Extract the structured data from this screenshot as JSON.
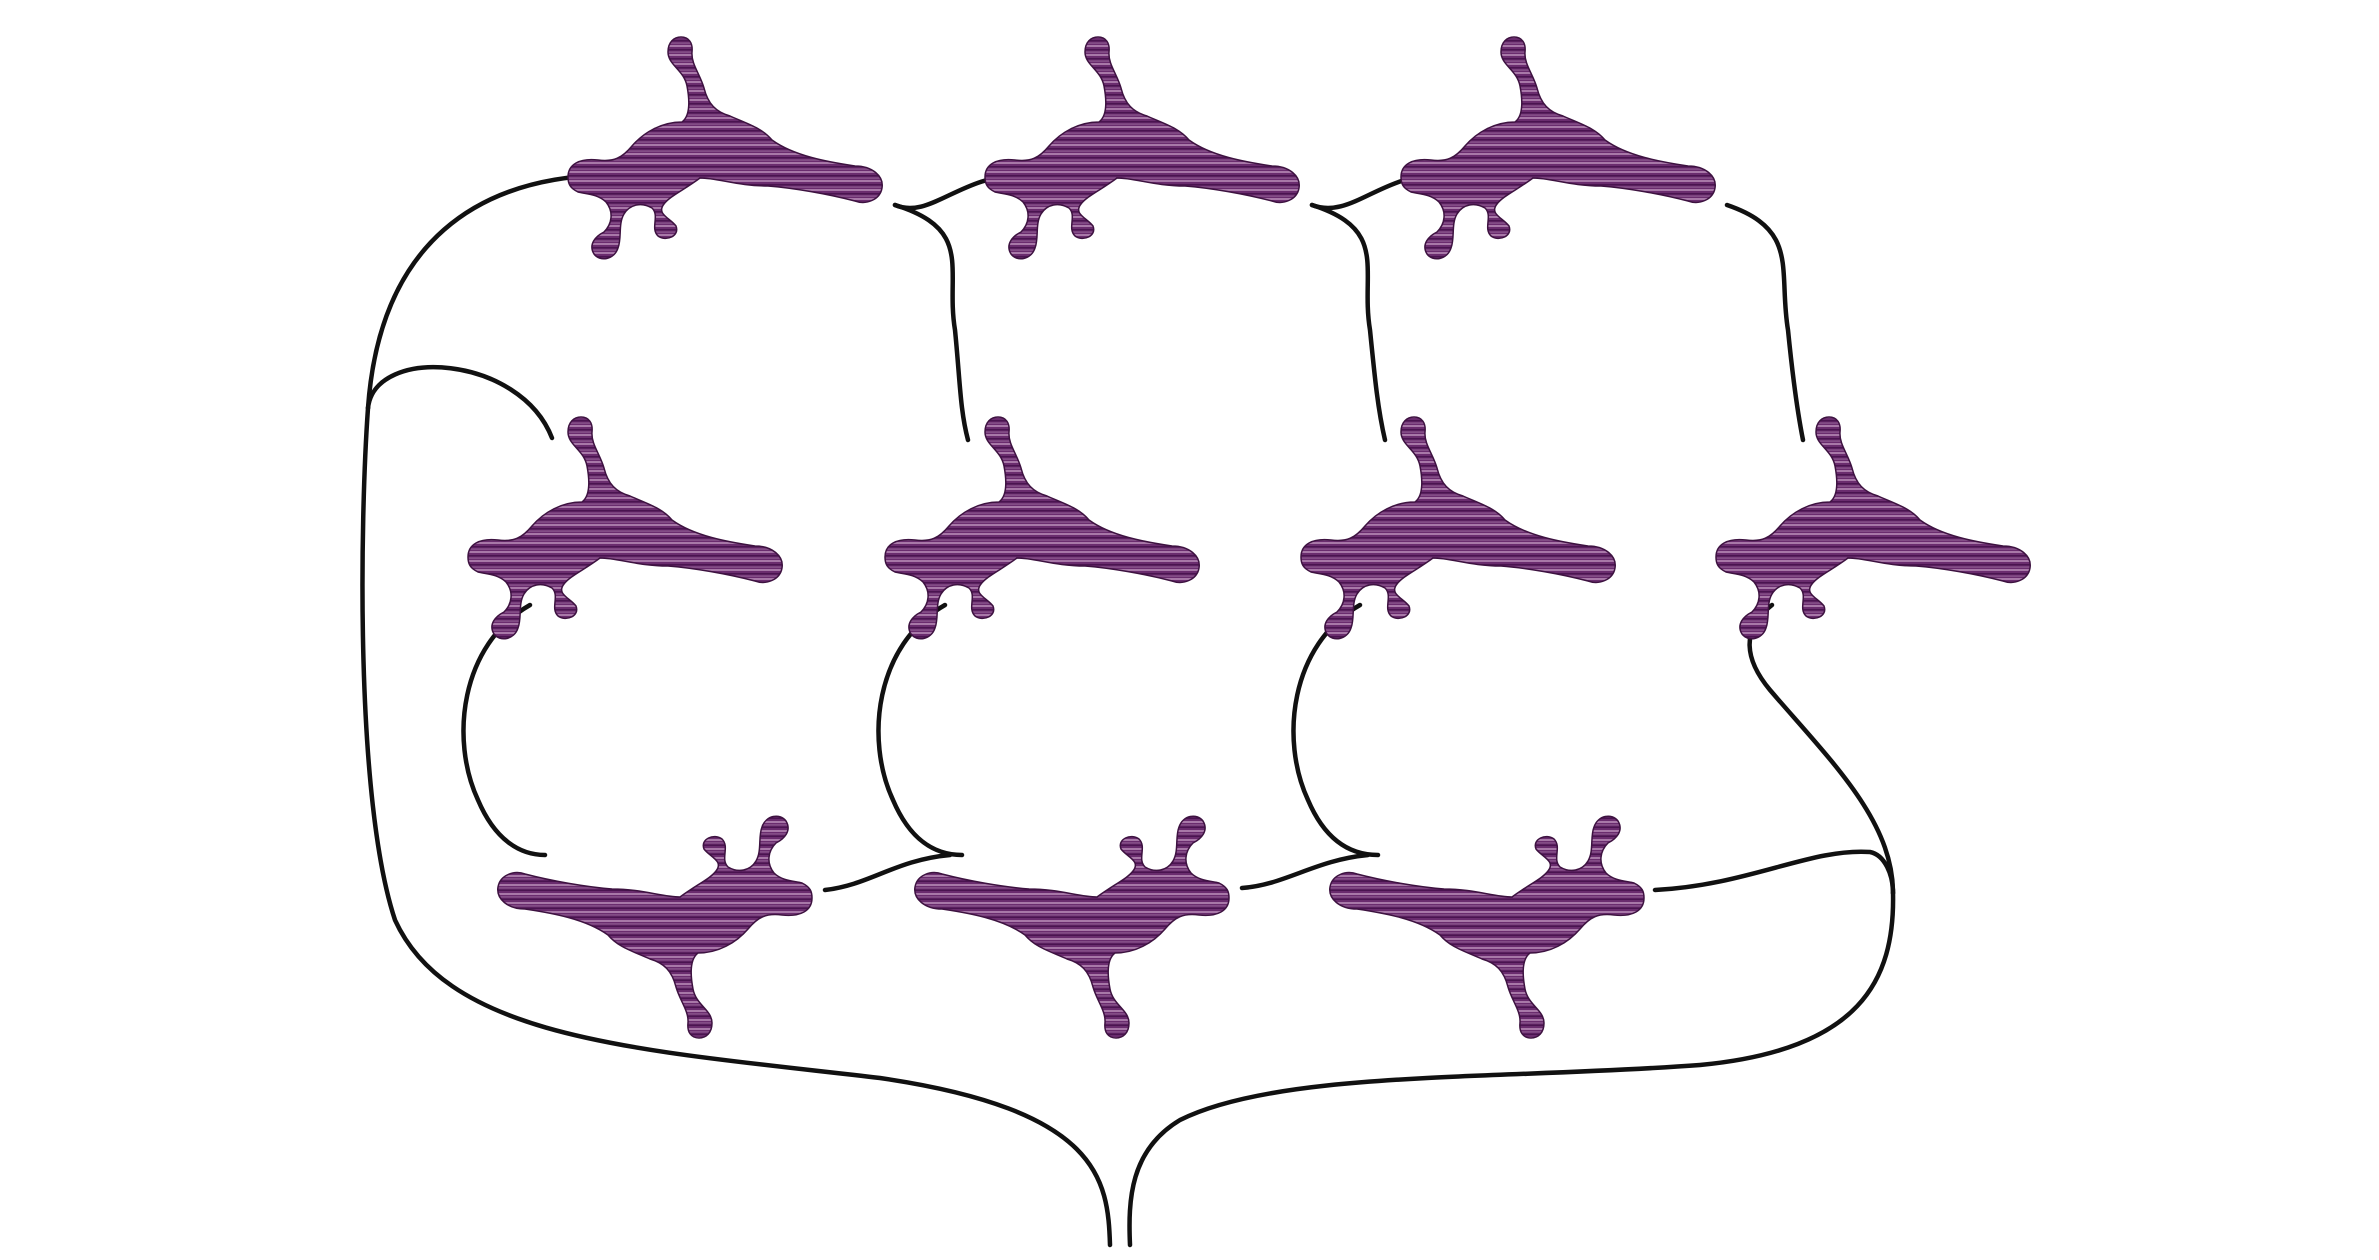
{
  "diagram": {
    "kind": "cell-network",
    "colors": {
      "cell_dark": "#5a1e5e",
      "cell_mid": "#7a3a7e",
      "cell_light": "#a878a8",
      "wire": "#111111",
      "background": "#ffffff"
    },
    "cells": [
      {
        "id": "c11",
        "row": 1,
        "col": 1,
        "orientation": "up"
      },
      {
        "id": "c12",
        "row": 1,
        "col": 2,
        "orientation": "up"
      },
      {
        "id": "c13",
        "row": 1,
        "col": 3,
        "orientation": "up"
      },
      {
        "id": "c21",
        "row": 2,
        "col": 1,
        "orientation": "up"
      },
      {
        "id": "c22",
        "row": 2,
        "col": 2,
        "orientation": "up"
      },
      {
        "id": "c23",
        "row": 2,
        "col": 3,
        "orientation": "up"
      },
      {
        "id": "c24",
        "row": 2,
        "col": 4,
        "orientation": "up"
      },
      {
        "id": "c31",
        "row": 3,
        "col": 1,
        "orientation": "down"
      },
      {
        "id": "c32",
        "row": 3,
        "col": 2,
        "orientation": "down"
      },
      {
        "id": "c33",
        "row": 3,
        "col": 3,
        "orientation": "down"
      }
    ],
    "connections": [
      {
        "from": "c11",
        "to": "c12"
      },
      {
        "from": "c12",
        "to": "c13"
      },
      {
        "from": "c11",
        "to": "c22"
      },
      {
        "from": "c12",
        "to": "c23"
      },
      {
        "from": "c13",
        "to": "c24"
      },
      {
        "from": "c21",
        "to": "c31"
      },
      {
        "from": "c22",
        "to": "c32"
      },
      {
        "from": "c23",
        "to": "c33"
      },
      {
        "from": "c31",
        "to": "c32"
      },
      {
        "from": "c32",
        "to": "c33"
      },
      {
        "from": "c24",
        "to": "right-branch"
      },
      {
        "from": "c33",
        "to": "right-branch"
      },
      {
        "from": "c11",
        "to": "left-branch"
      },
      {
        "from": "c21",
        "to": "left-branch"
      },
      {
        "from": "left-branch",
        "to": "output-left"
      },
      {
        "from": "right-branch",
        "to": "output-right"
      }
    ]
  }
}
